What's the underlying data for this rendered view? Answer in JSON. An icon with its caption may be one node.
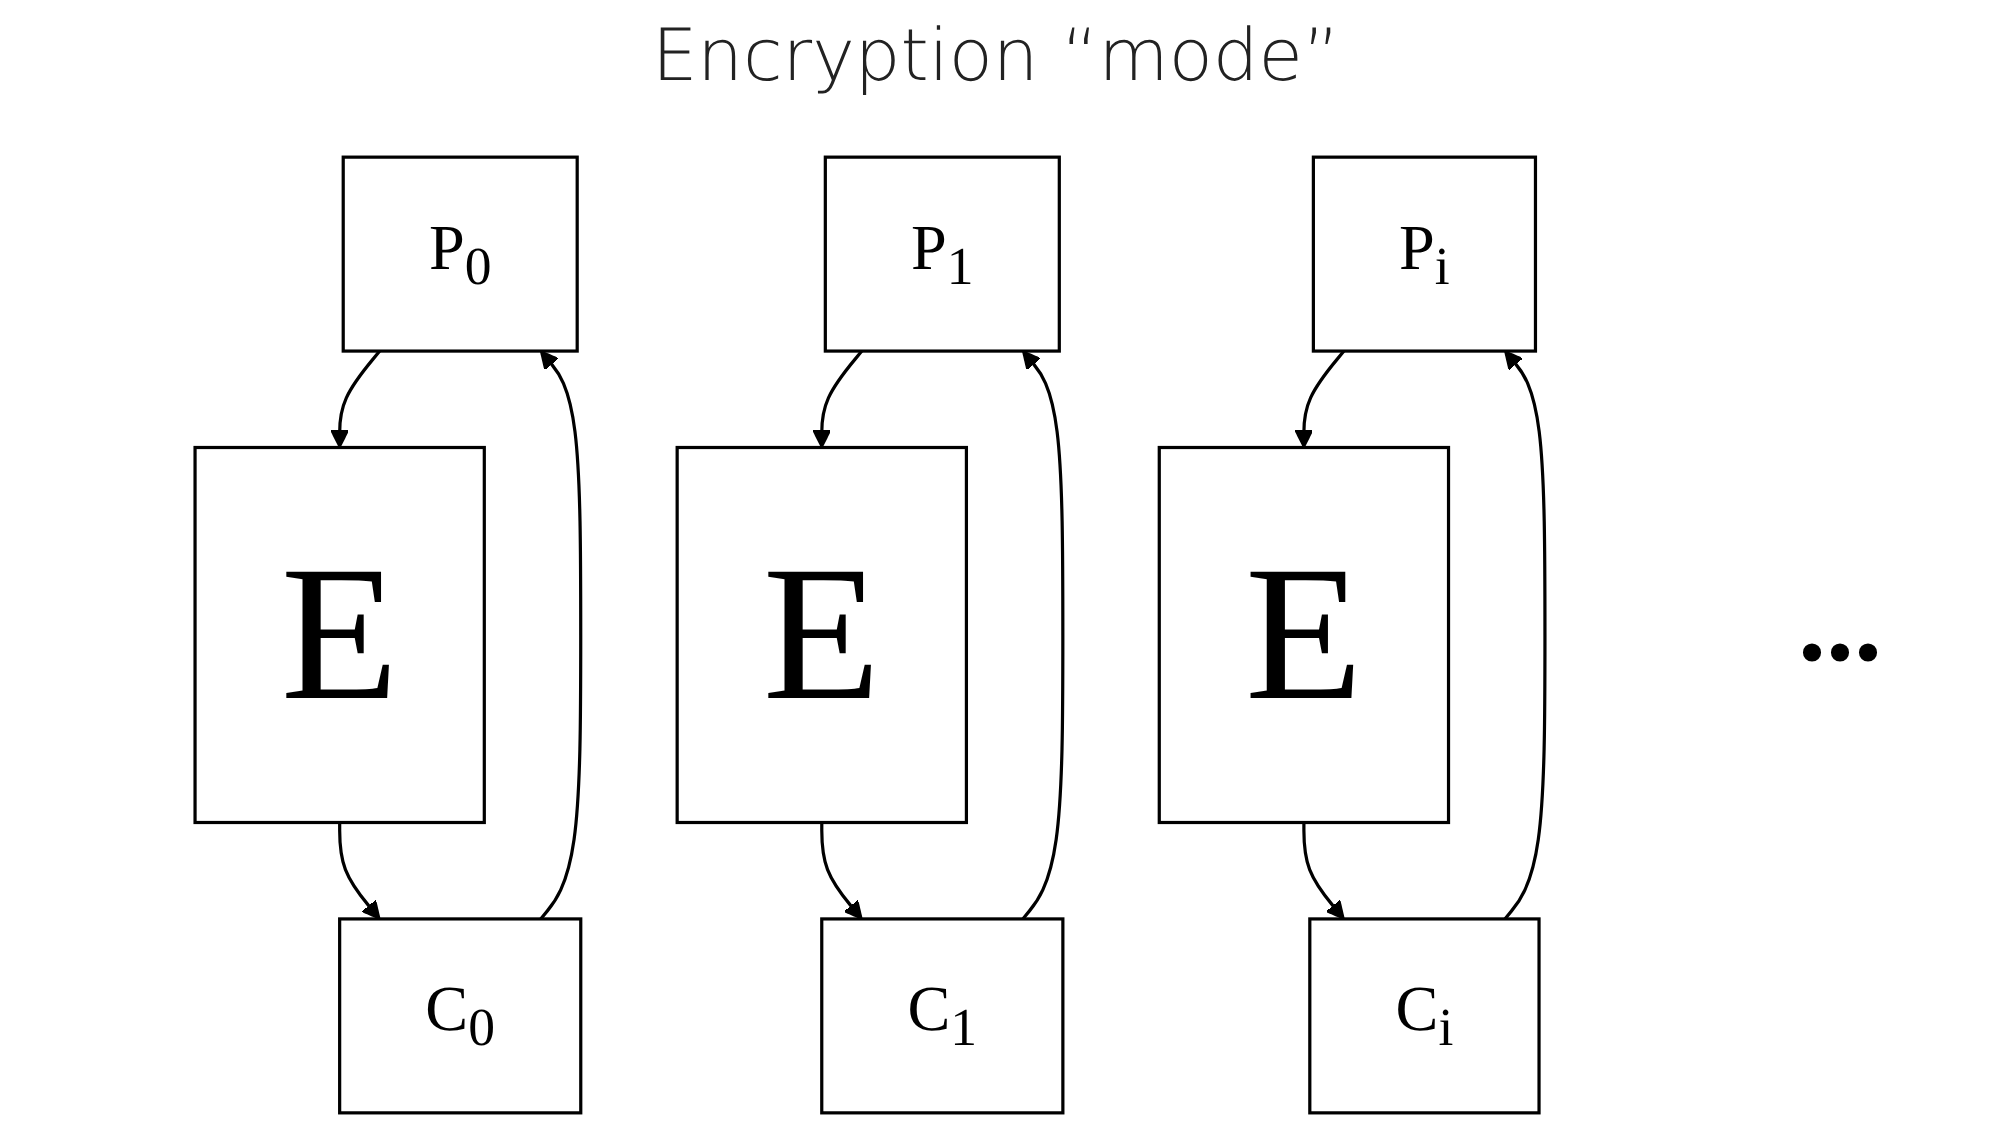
{
  "diagram": {
    "title": "Encryption “mode”",
    "nodes": [
      {
        "text": [
          "P$_{0}$"
        ]
      },
      {
        "text": [
          "E"
        ]
      },
      {
        "text": [
          "C$_{0}$"
        ]
      },
      {
        "text": [
          "P$_{1}$"
        ]
      },
      {
        "text": [
          "E"
        ]
      },
      {
        "text": [
          "C$_{1}$"
        ]
      },
      {
        "text": [
          "P$_{i}$"
        ]
      },
      {
        "text": [
          "E"
        ]
      },
      {
        "text": [
          "C$_{i}$"
        ]
      }
    ],
    "edges": [
      {
        "from": 0,
        "to": 1,
        "arrow": "to"
      },
      {
        "from": 1,
        "to": 2,
        "arrow": "to"
      },
      {
        "from": 2,
        "to": 0,
        "arrow": "to"
      },
      {
        "from": 3,
        "to": 4,
        "arrow": "to"
      },
      {
        "from": 4,
        "to": 5,
        "arrow": "to"
      },
      {
        "from": 5,
        "to": 3,
        "arrow": "to"
      },
      {
        "from": 6,
        "to": 7,
        "arrow": "to"
      },
      {
        "from": 7,
        "to": 8,
        "arrow": "to"
      },
      {
        "from": 8,
        "to": 6,
        "arrow": "to"
      }
    ],
    "labels": [
      "..."
    ]
  }
}
